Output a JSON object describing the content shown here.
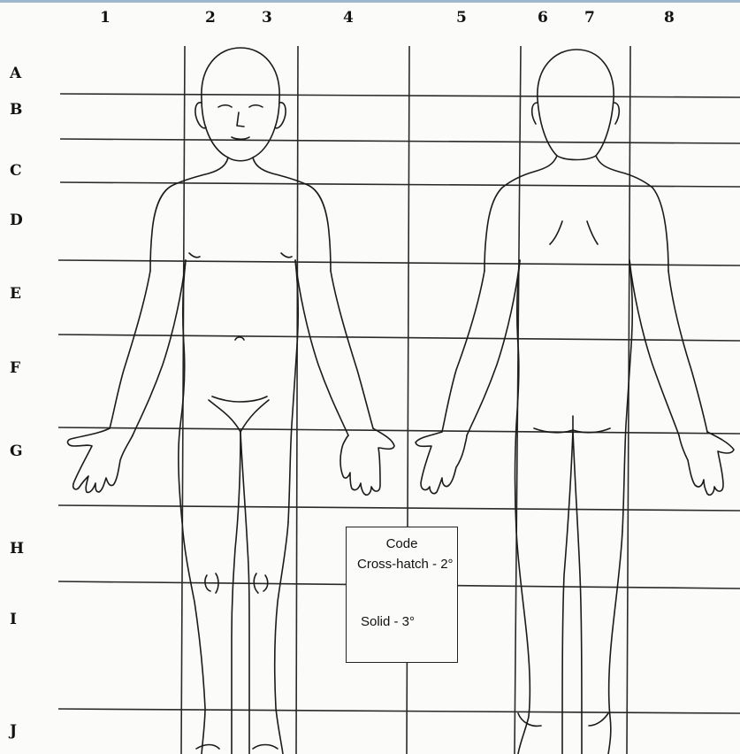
{
  "grid": {
    "columns": [
      "1",
      "2",
      "3",
      "4",
      "5",
      "6",
      "7",
      "8"
    ],
    "rows": [
      "A",
      "B",
      "C",
      "D",
      "E",
      "F",
      "G",
      "H",
      "I",
      "J"
    ]
  },
  "legend": {
    "title": "Code",
    "crosshatch": "Cross-hatch - 2°",
    "solid": "Solid - 3°"
  },
  "figures": {
    "front": "front-body-outline",
    "back": "back-body-outline"
  }
}
